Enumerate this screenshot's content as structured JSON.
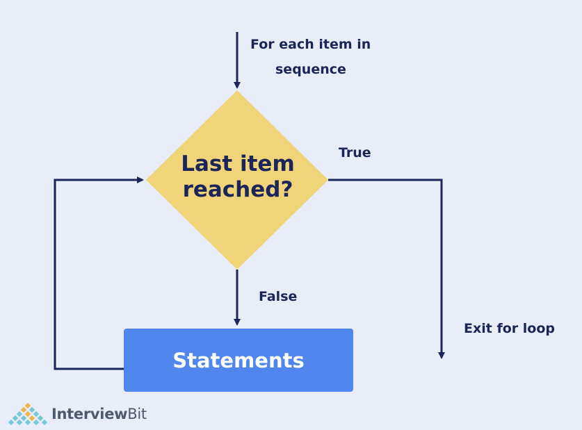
{
  "diagram": {
    "entry_label_lines": [
      "For each item in",
      "sequence"
    ],
    "decision_lines": [
      "Last item",
      "reached?"
    ],
    "true_label": "True",
    "false_label": "False",
    "statements_label": "Statements",
    "exit_label": "Exit for loop"
  },
  "branding": {
    "name_part1": "Interview",
    "name_part2": "Bit"
  },
  "colors": {
    "background": "#e8edf7",
    "decision_fill": "#f0d47a",
    "statements_fill": "#5086ee",
    "arrow": "#1b2558",
    "text": "#1b2558"
  }
}
